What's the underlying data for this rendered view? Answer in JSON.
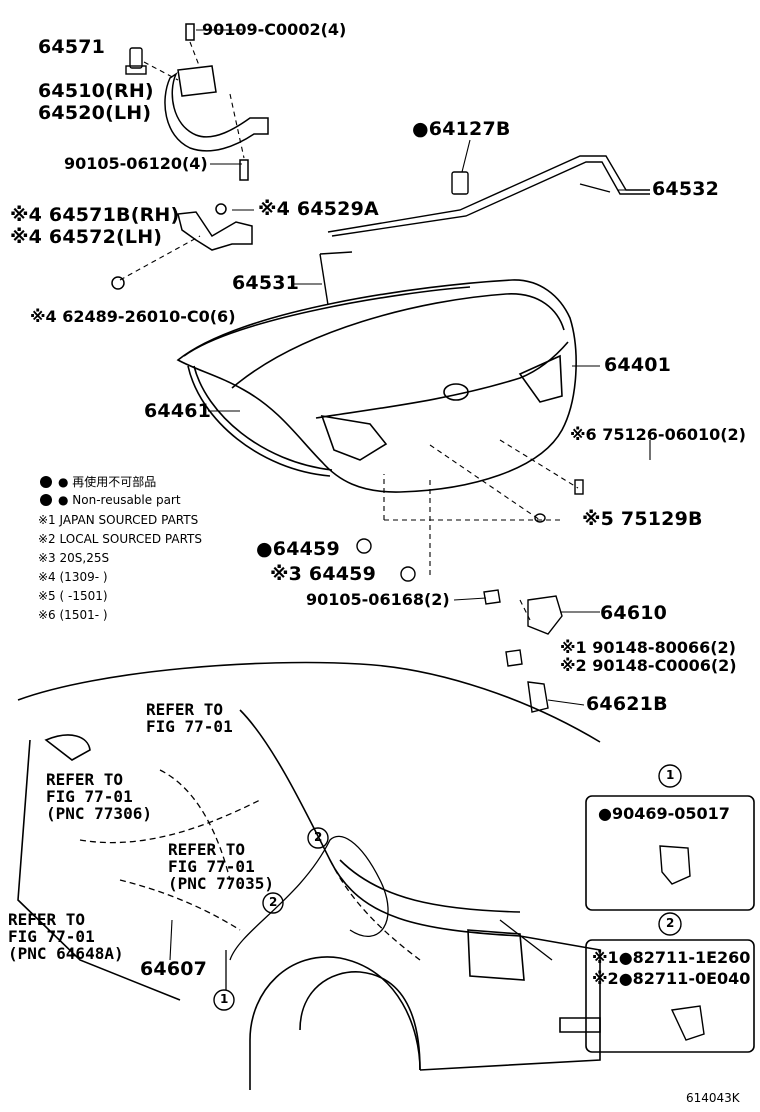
{
  "parts": {
    "p64571": "64571",
    "p90109": "90109-C0002(4)",
    "p64510": "64510(RH)",
    "p64520": "64520(LH)",
    "p90105a": "90105-06120(4)",
    "p64127b": "●64127B",
    "p64532": "64532",
    "p64571b": "※4 64571B(RH)",
    "p64572": "※4 64572(LH)",
    "p64529a": "※4 64529A",
    "p64531": "64531",
    "p62489": "※4 62489-26010-C0(6)",
    "p64401": "64401",
    "p64461": "64461",
    "p75126": "※6 75126-06010(2)",
    "p75129b": "※5 75129B",
    "p64459a": "●64459",
    "p64459b": "※3 64459",
    "p90105b": "90105-06168(2)",
    "p64610": "64610",
    "p90148a": "※1 90148-80066(2)",
    "p90148b": "※2 90148-C0006(2)",
    "p64621b": "64621B",
    "p64607": "64607",
    "p90469": "●90469-05017",
    "p82711a": "※1●82711-1E260",
    "p82711b": "※2●82711-0E040"
  },
  "legend": {
    "l1": "● 再使用不可部品",
    "l2": "● Non-reusable part",
    "l3": "※1 JAPAN SOURCED PARTS",
    "l4": "※2 LOCAL SOURCED PARTS",
    "l5": "※3 20S,25S",
    "l6": "※4 (1309-      )",
    "l7": "※5 (      -1501)",
    "l8": "※6 (1501-      )"
  },
  "refs": {
    "r1": "REFER TO\nFIG 77-01",
    "r2": "REFER TO\nFIG 77-01\n(PNC 77306)",
    "r3": "REFER TO\nFIG 77-01\n(PNC 77035)",
    "r4": "REFER TO\nFIG 77-01\n(PNC 64648A)"
  },
  "callouts": {
    "c1": "1",
    "c2": "2"
  },
  "figure_id": "614043K"
}
